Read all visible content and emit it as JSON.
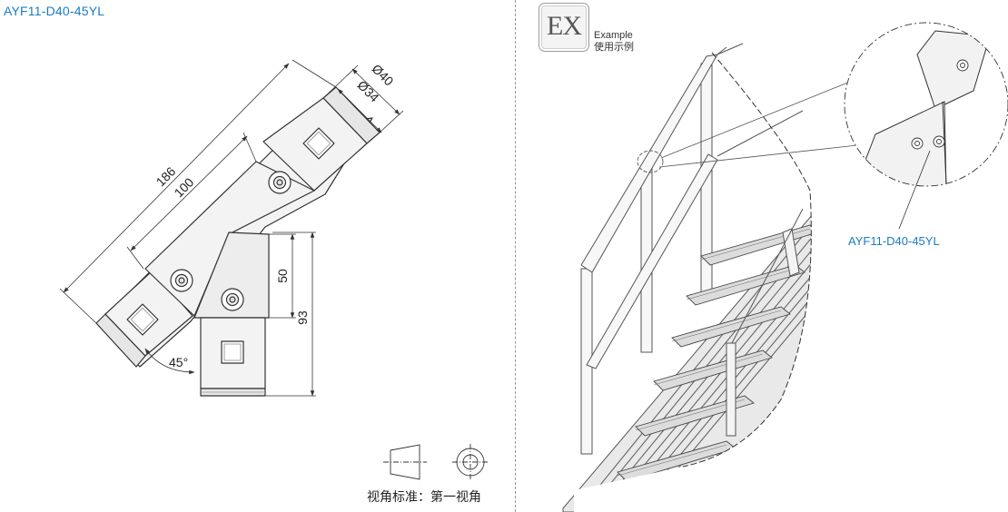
{
  "part_code": "AYF11-D40-45YL",
  "dimensions": {
    "outer_diameter": "Ø40",
    "inner_diameter": "Ø34",
    "overall_length": "186",
    "center_length": "100",
    "branch_height": "50",
    "overall_height": "93",
    "angle": "45°"
  },
  "example_badge": {
    "label": "EX",
    "caption_en": "Example",
    "caption_zh": "使用示例"
  },
  "callout_label": "AYF11-D40-45YL",
  "projection_note": "视角标准：第一视角",
  "colors": {
    "accent_blue": "#1a7cc4",
    "line": "#333333",
    "part_fill": "#f2f2f2"
  }
}
